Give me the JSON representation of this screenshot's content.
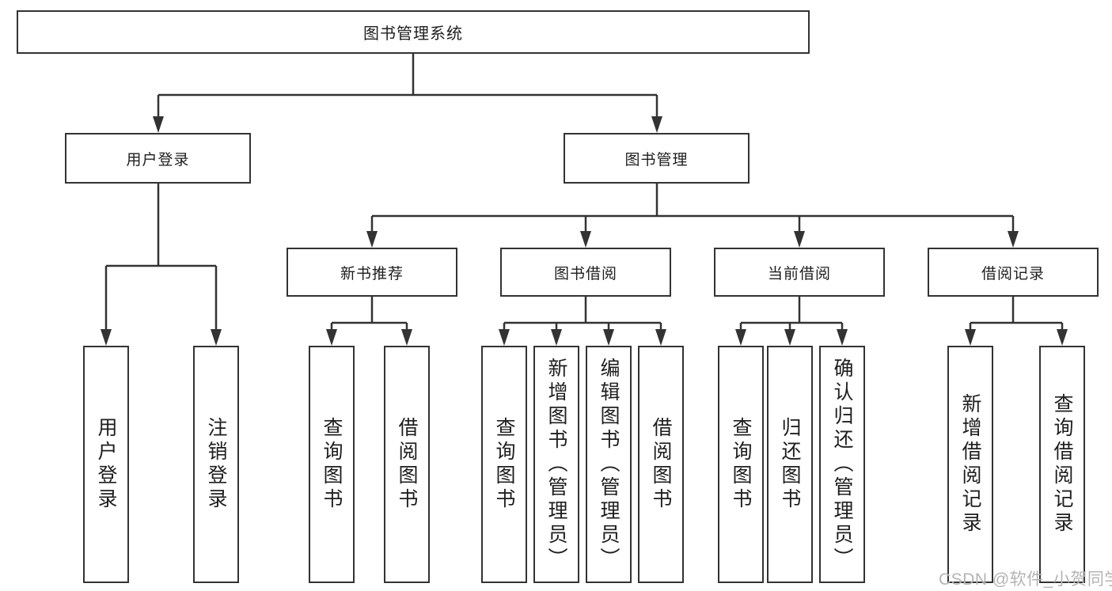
{
  "diagram": {
    "root": {
      "label": "图书管理系统"
    },
    "level2": {
      "user_login": {
        "label": "用户登录"
      },
      "book_mgmt": {
        "label": "图书管理"
      }
    },
    "level3": {
      "new_books": {
        "label": "新书推荐"
      },
      "book_borrow": {
        "label": "图书借阅"
      },
      "current_borrow": {
        "label": "当前借阅"
      },
      "borrow_records": {
        "label": "借阅记录"
      }
    },
    "leaves": {
      "user_login": [
        "用户登录",
        "注销登录"
      ],
      "new_books": [
        "查询图书",
        "借阅图书"
      ],
      "book_borrow": [
        "查询图书",
        "新增图书（管理员）",
        "编辑图书（管理员）",
        "借阅图书"
      ],
      "current_borrow": [
        "查询图书",
        "归还图书",
        "确认归还（管理员）"
      ],
      "borrow_records": [
        "新增借阅记录",
        "查询借阅记录"
      ]
    },
    "line_color": "#333333",
    "watermark": "CSDN @软件_小贺同学"
  }
}
